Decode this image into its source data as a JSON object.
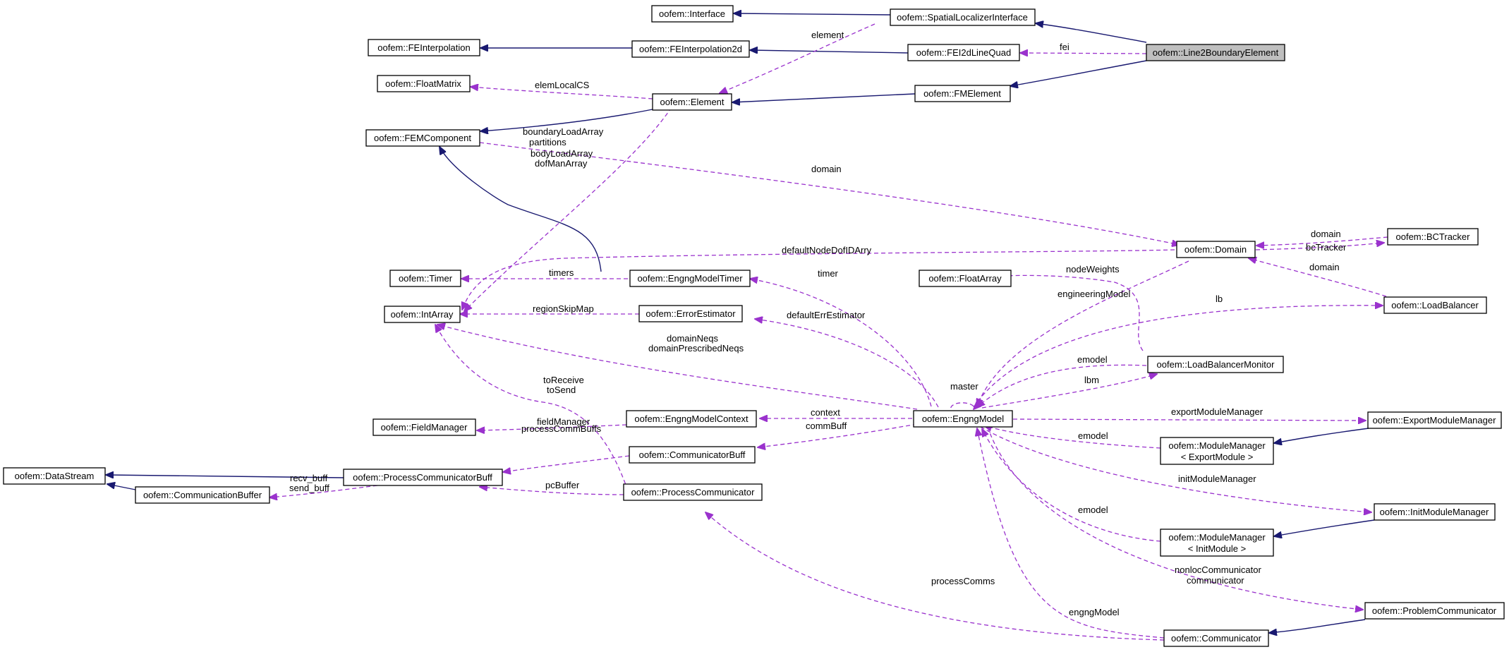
{
  "nodes": {
    "interface": "oofem::Interface",
    "spatial": "oofem::SpatialLocalizerInterface",
    "feinterp": "oofem::FEInterpolation",
    "feinterp2d": "oofem::FEInterpolation2d",
    "fei2d": "oofem::FEI2dLineQuad",
    "line2": "oofem::Line2BoundaryElement",
    "floatmatrix": "oofem::FloatMatrix",
    "element": "oofem::Element",
    "fmelement": "oofem::FMElement",
    "femcomp": "oofem::FEMComponent",
    "domain": "oofem::Domain",
    "bctracker": "oofem::BCTracker",
    "timer": "oofem::Timer",
    "engtimer": "oofem::EngngModelTimer",
    "floatarray": "oofem::FloatArray",
    "intarray": "oofem::IntArray",
    "errest": "oofem::ErrorEstimator",
    "loadbal": "oofem::LoadBalancer",
    "lbmonitor": "oofem::LoadBalancerMonitor",
    "fieldmgr": "oofem::FieldManager",
    "engctx": "oofem::EngngModelContext",
    "engmodel": "oofem::EngngModel",
    "expmodmgr": "oofem::ExportModuleManager",
    "commbuff": "oofem::CommunicatorBuff",
    "datastream": "oofem::DataStream",
    "pcbuff": "oofem::ProcessCommunicatorBuff",
    "modmgr_exp_1": "oofem::ModuleManager",
    "modmgr_exp_2": "< ExportModule >",
    "commbuffer": "oofem::CommunicationBuffer",
    "proccomm": "oofem::ProcessCommunicator",
    "initmodmgr": "oofem::InitModuleManager",
    "modmgr_init_1": "oofem::ModuleManager",
    "modmgr_init_2": "< InitModule >",
    "probcomm": "oofem::ProblemCommunicator",
    "communicator": "oofem::Communicator"
  },
  "labels": {
    "element": "element",
    "fei": "fei",
    "elemLocalCS": "elemLocalCS",
    "boundaryLoadArray": "boundaryLoadArray",
    "partitions": "partitions",
    "bodyLoadArray": "bodyLoadArray",
    "dofManArray": "dofManArray",
    "domain_main": "domain",
    "domain_bc": "domain",
    "bcTracker": "bcTracker",
    "defaultNodeDofIDArry": "defaultNodeDofIDArry",
    "domain_lb": "domain",
    "timers": "timers",
    "timer": "timer",
    "nodeWeights": "nodeWeights",
    "engineeringModel": "engineeringModel",
    "lb": "lb",
    "regionSkipMap": "regionSkipMap",
    "defaultErrEstimator": "defaultErrEstimator",
    "domainNeqs": "domainNeqs",
    "domainPrescribedNeqs": "domainPrescribedNeqs",
    "emodel_lbm": "emodel",
    "lbm": "lbm",
    "toReceive": "toReceive",
    "toSend": "toSend",
    "master": "master",
    "context": "context",
    "fieldManager": "fieldManager",
    "commBuff": "commBuff",
    "exportModuleManager": "exportModuleManager",
    "processCommBuffs": "processCommBuffs",
    "emodel_exp": "emodel",
    "recv_buff": "recv_buff",
    "send_buff": "send_buff",
    "pcBuffer": "pcBuffer",
    "initModuleManager": "initModuleManager",
    "emodel_init": "emodel",
    "nonlocCommunicator": "nonlocCommunicator",
    "communicator": "communicator",
    "processComms": "processComms",
    "engngModel": "engngModel"
  },
  "colors": {
    "inheritance_edge": "#191970",
    "usage_edge": "#9a32cd",
    "highlight_fill": "#bfbfbf"
  }
}
